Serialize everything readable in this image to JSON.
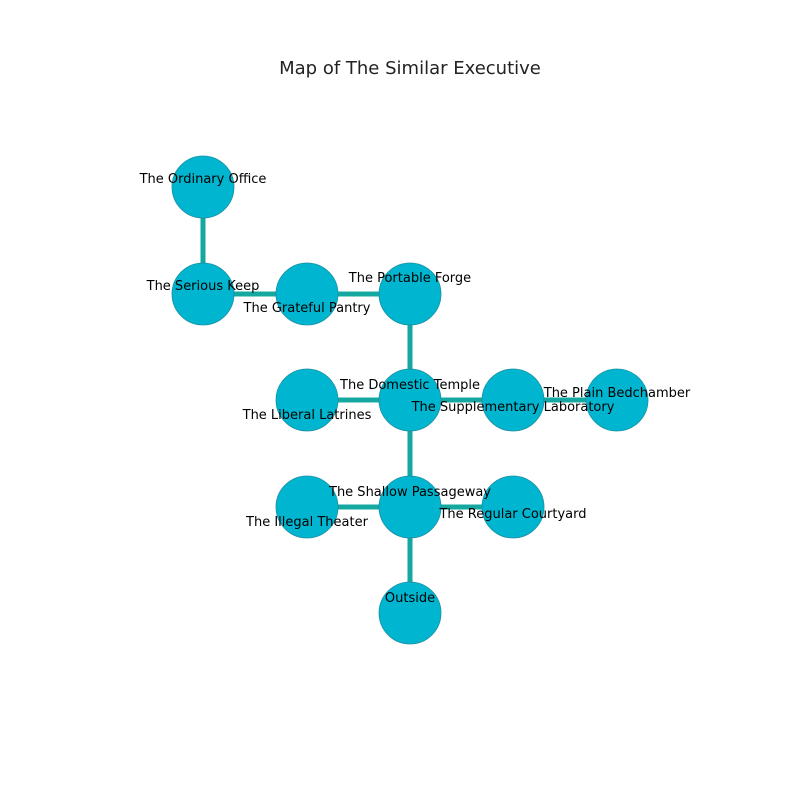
{
  "title": "Map of The Similar Executive",
  "colors": {
    "node_fill": "#00b5cf",
    "node_stroke": "#1a8fa3",
    "edge": "#14a8a0"
  },
  "rooms": [
    {
      "id": "ordinary-office",
      "name": "The Ordinary Office"
    },
    {
      "id": "serious-keep",
      "name": "The Serious Keep"
    },
    {
      "id": "grateful-pantry",
      "name": "The Grateful Pantry"
    },
    {
      "id": "portable-forge",
      "name": "The Portable Forge"
    },
    {
      "id": "domestic-temple",
      "name": "The Domestic Temple"
    },
    {
      "id": "liberal-latrines",
      "name": "The Liberal Latrines"
    },
    {
      "id": "supplementary-laboratory",
      "name": "The Supplementary Laboratory"
    },
    {
      "id": "plain-bedchamber",
      "name": "The Plain Bedchamber"
    },
    {
      "id": "shallow-passageway",
      "name": "The Shallow Passageway"
    },
    {
      "id": "illegal-theater",
      "name": "The Illegal Theater"
    },
    {
      "id": "regular-courtyard",
      "name": "The Regular Courtyard"
    },
    {
      "id": "outside",
      "name": "Outside"
    }
  ],
  "connections": [
    [
      "ordinary-office",
      "serious-keep"
    ],
    [
      "serious-keep",
      "grateful-pantry"
    ],
    [
      "grateful-pantry",
      "portable-forge"
    ],
    [
      "portable-forge",
      "domestic-temple"
    ],
    [
      "domestic-temple",
      "liberal-latrines"
    ],
    [
      "domestic-temple",
      "supplementary-laboratory"
    ],
    [
      "supplementary-laboratory",
      "plain-bedchamber"
    ],
    [
      "domestic-temple",
      "shallow-passageway"
    ],
    [
      "shallow-passageway",
      "illegal-theater"
    ],
    [
      "shallow-passageway",
      "regular-courtyard"
    ],
    [
      "shallow-passageway",
      "outside"
    ]
  ]
}
